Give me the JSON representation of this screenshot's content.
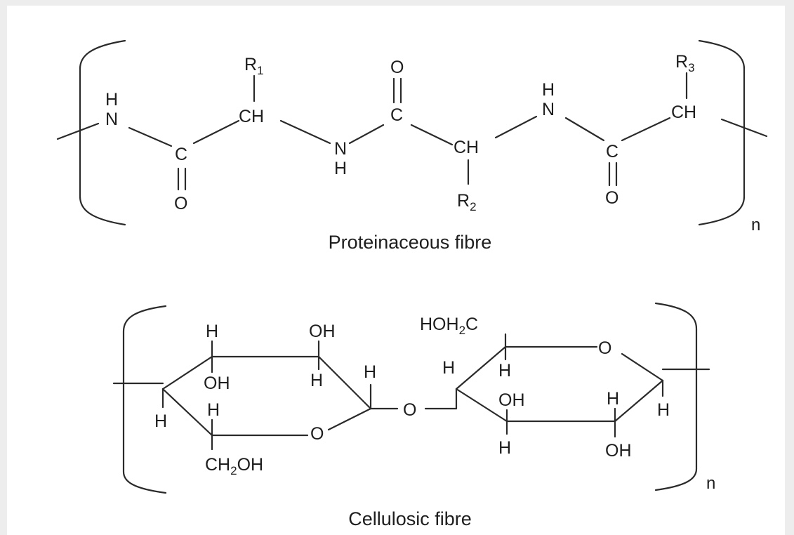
{
  "protein": {
    "caption": "Proteinaceous fibre",
    "repeat_n": "n",
    "atoms": {
      "n_left": "N",
      "h_left": "H",
      "c_low1": "C",
      "o_low1": "O",
      "ch_top1": "CH",
      "r1": "R",
      "r1_sub": "1",
      "n_mid": "N",
      "h_mid": "H",
      "c_top": "C",
      "o_top": "O",
      "ch_low": "CH",
      "r2": "R",
      "r2_sub": "2",
      "n_right": "N",
      "h_right": "H",
      "c_low2": "C",
      "o_low2": "O",
      "ch_top2": "CH",
      "r3": "R",
      "r3_sub": "3"
    }
  },
  "cellulose": {
    "caption": "Cellulosic fibre",
    "repeat_n": "n",
    "atoms": {
      "h_top_left": "H",
      "oh_top_mid": "OH",
      "oh_in_left": "OH",
      "h_in_mid": "H",
      "h_right_of_ring1": "H",
      "h_in_lower": "H",
      "h_far_left": "H",
      "o_ring1": "O",
      "ch2oh": "CH",
      "ch2oh_sub": "2",
      "ch2oh_tail": "OH",
      "o_bridge": "O",
      "hoh2c": "HOH",
      "hoh2c_sub": "2",
      "hoh2c_tail": "C",
      "o_ring2": "O",
      "h_left_of_ring2": "H",
      "h_in_ring2_top": "H",
      "oh_in_ring2": "OH",
      "h_in_ring2_right": "H",
      "h_far_right": "H",
      "h_bottom_ring2": "H",
      "oh_bottom_ring2": "OH"
    }
  }
}
